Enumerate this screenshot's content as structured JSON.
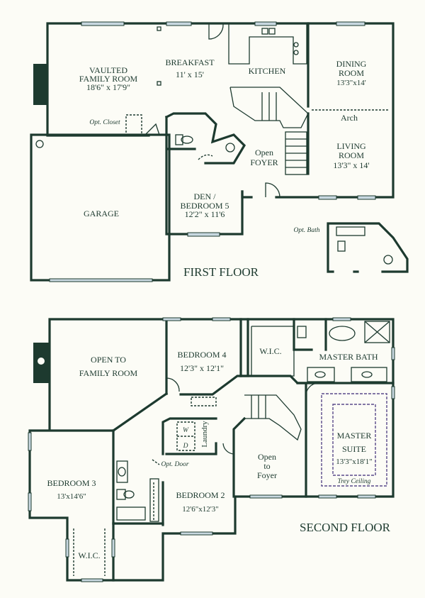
{
  "first_floor": {
    "title": "FIRST FLOOR",
    "rooms": {
      "family_room": {
        "name_line1": "VAULTED",
        "name_line2": "FAMILY ROOM",
        "size": "18'6\" x 17'9\""
      },
      "breakfast": {
        "name": "BREAKFAST",
        "size": "11' x 15'"
      },
      "kitchen": {
        "name": "KITCHEN"
      },
      "dining": {
        "name_line1": "DINING",
        "name_line2": "ROOM",
        "size": "13'3\"x14'"
      },
      "living": {
        "name_line1": "LIVING",
        "name_line2": "ROOM",
        "size": "13'3\" x 14'"
      },
      "foyer": {
        "name_line1": "Open",
        "name_line2": "FOYER"
      },
      "den": {
        "name_line1": "DEN /",
        "name_line2": "BEDROOM 5",
        "size": "12'2\" x 11'6"
      },
      "garage": {
        "name": "GARAGE"
      }
    },
    "notes": {
      "arch": "Arch",
      "opt_closet": "Opt. Closet",
      "opt_bath": "Opt. Bath"
    }
  },
  "second_floor": {
    "title": "SECOND FLOOR",
    "rooms": {
      "open_family": {
        "name_line1": "OPEN TO",
        "name_line2": "FAMILY  ROOM"
      },
      "bedroom4": {
        "name": "BEDROOM 4",
        "size": "12'3\" x 12'1\""
      },
      "wic_master": {
        "name": "W.I.C."
      },
      "master_bath": {
        "name": "MASTER BATH"
      },
      "master_suite": {
        "name_line1": "MASTER",
        "name_line2": "SUITE",
        "size": "13'3\"x18'1\"",
        "ceiling": "Trey Ceiling"
      },
      "open_foyer": {
        "name_line1": "Open",
        "name_line2": "to",
        "name_line3": "Foyer"
      },
      "laundry": {
        "name": "Laundry",
        "washer": "W",
        "dryer": "D"
      },
      "bedroom3": {
        "name": "BEDROOM 3",
        "size": "13'x14'6\""
      },
      "bedroom2": {
        "name": "BEDROOM 2",
        "size": "12'6\"x12'3\""
      },
      "wic_bed3": {
        "name": "W.I.C."
      }
    },
    "notes": {
      "opt_door": "Opt. Door"
    }
  }
}
